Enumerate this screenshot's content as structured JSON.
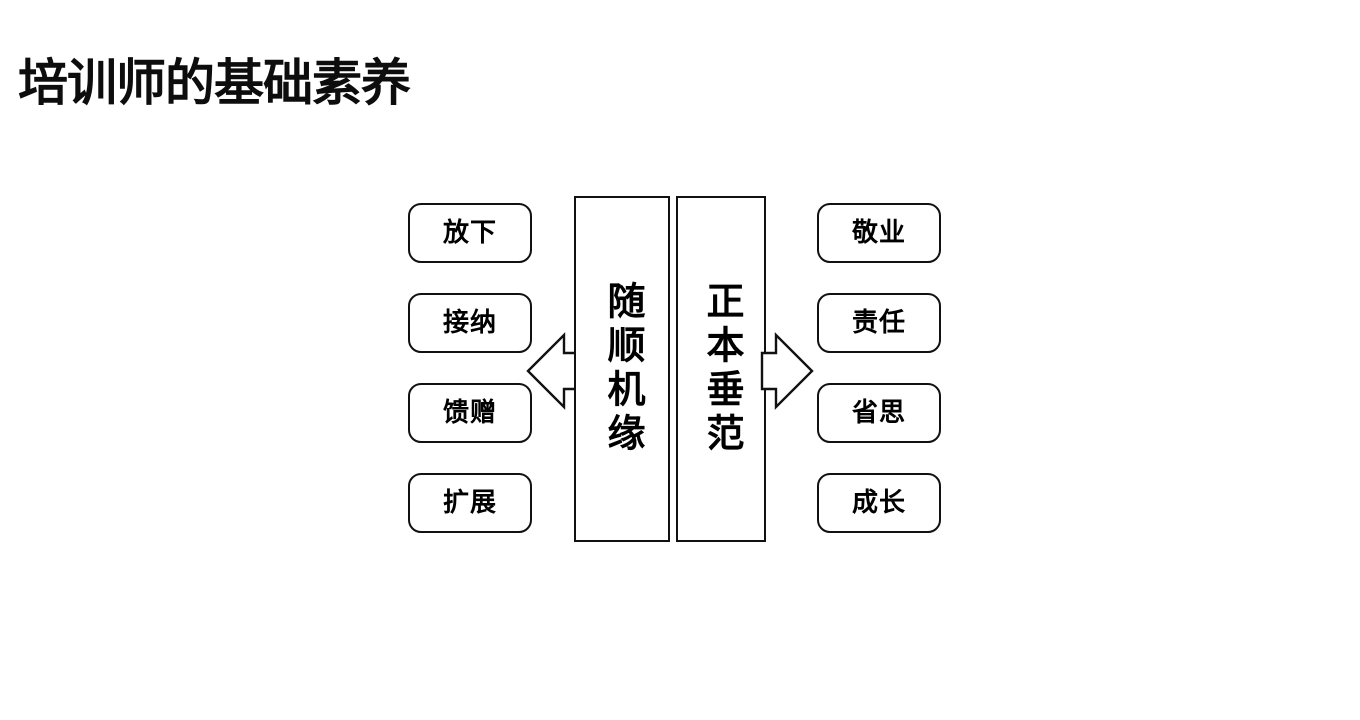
{
  "slide": {
    "title": "培训师的基础素养",
    "background_color": "#ffffff",
    "text_color": "#000000",
    "stroke_color": "#111111"
  },
  "diagram": {
    "type": "two-way-arrow-grouping",
    "center_panels": [
      {
        "id": "panel-left",
        "text": "随顺机缘",
        "orientation": "vertical"
      },
      {
        "id": "panel-right",
        "text": "正本垂范",
        "orientation": "vertical"
      }
    ],
    "arrows": [
      {
        "id": "arrow-left",
        "direction": "left",
        "icon": "arrow-left-icon"
      },
      {
        "id": "arrow-right",
        "direction": "right",
        "icon": "arrow-right-icon"
      }
    ],
    "left_column": {
      "source_panel": "随顺机缘",
      "items": [
        {
          "label": "放下"
        },
        {
          "label": "接纳"
        },
        {
          "label": "馈赠"
        },
        {
          "label": "扩展"
        }
      ]
    },
    "right_column": {
      "source_panel": "正本垂范",
      "items": [
        {
          "label": "敬业"
        },
        {
          "label": "责任"
        },
        {
          "label": "省思"
        },
        {
          "label": "成长"
        }
      ]
    }
  }
}
